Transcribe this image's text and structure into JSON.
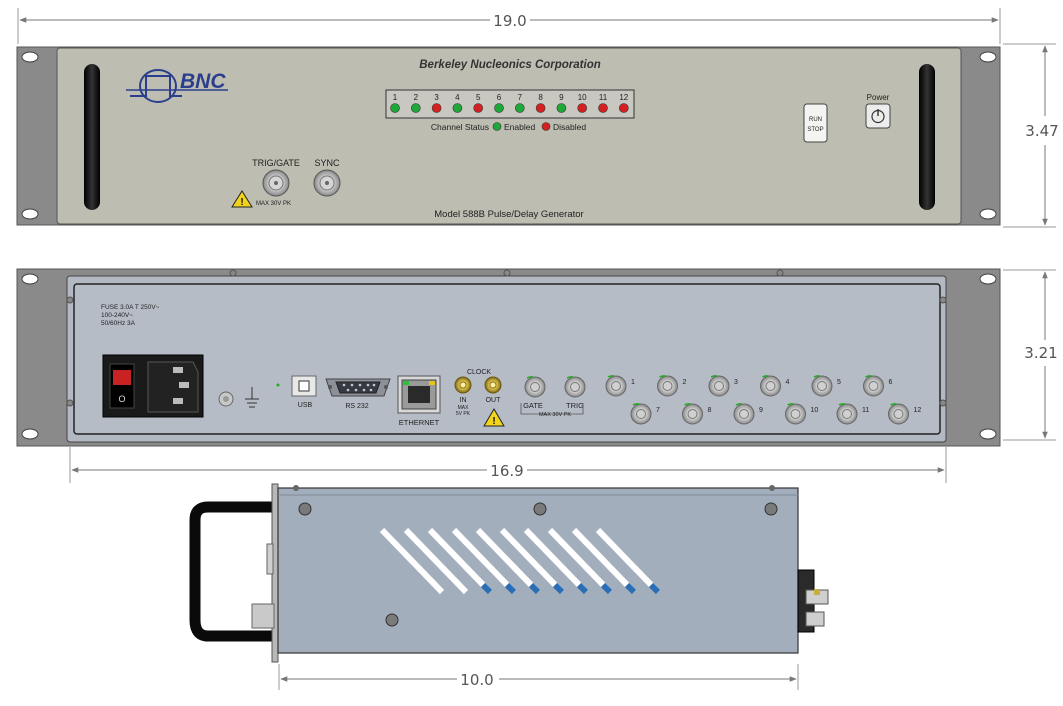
{
  "dimensions": {
    "width": "19.0",
    "front_height": "3.47",
    "rear_height": "3.21",
    "rear_width": "16.9",
    "depth": "10.0"
  },
  "front_panel": {
    "company": "Berkeley Nucleonics Corporation",
    "logo_text": "BNC",
    "model": "Model 588B Pulse/Delay Generator",
    "channels": [
      {
        "label": "1",
        "state": "enabled"
      },
      {
        "label": "2",
        "state": "enabled"
      },
      {
        "label": "3",
        "state": "disabled"
      },
      {
        "label": "4",
        "state": "enabled"
      },
      {
        "label": "5",
        "state": "disabled"
      },
      {
        "label": "6",
        "state": "enabled"
      },
      {
        "label": "7",
        "state": "enabled"
      },
      {
        "label": "8",
        "state": "disabled"
      },
      {
        "label": "9",
        "state": "enabled"
      },
      {
        "label": "10",
        "state": "disabled"
      },
      {
        "label": "11",
        "state": "disabled"
      },
      {
        "label": "12",
        "state": "disabled"
      }
    ],
    "channel_status_label": "Channel Status",
    "enabled_label": "Enabled",
    "disabled_label": "Disabled",
    "run_label": "RUN",
    "stop_label": "STOP",
    "power_label": "Power",
    "trig_gate_label": "TRIG/GATE",
    "sync_label": "SYNC",
    "warning_label": "MAX 30V PK"
  },
  "rear_panel": {
    "fuse_lines": [
      "FUSE 3.0A T 250V~",
      "100-240V~",
      "50/60Hz 3A"
    ],
    "usb_label": "USB",
    "rs232_label": "RS 232",
    "ethernet_label": "ETHERNET",
    "clock_label": "CLOCK",
    "clock_in_label": "IN",
    "clock_out_label": "OUT",
    "clock_max_lines": [
      "MAX",
      "5V PK"
    ],
    "gate_label": "GATE",
    "trig_label": "TRIG",
    "gate_trig_max": "MAX 30V PK",
    "outputs_top": [
      "1",
      "2",
      "3",
      "4",
      "5",
      "6"
    ],
    "outputs_bottom": [
      "7",
      "8",
      "9",
      "10",
      "11",
      "12"
    ]
  },
  "colors": {
    "enabled": "#1fa83a",
    "disabled": "#d42020",
    "panel": "#bdbdb2",
    "rack": "#8a8a8a",
    "chassis": "#a3aebd",
    "rear_face": "#b3b9c3"
  }
}
